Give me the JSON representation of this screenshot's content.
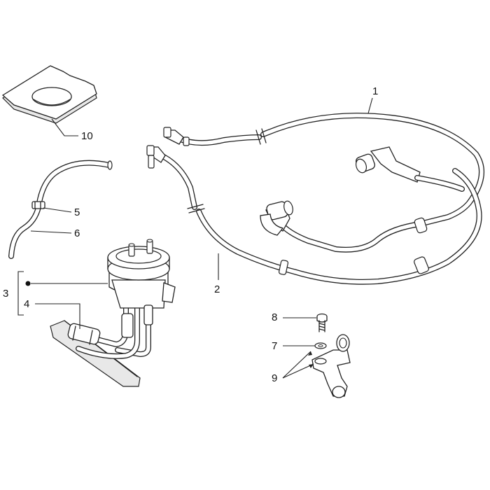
{
  "callouts": {
    "c1": "1",
    "c2": "2",
    "c3": "3",
    "c4": "4",
    "c5": "5",
    "c6": "6",
    "c7": "7",
    "c8": "8",
    "c9": "9",
    "c10": "10"
  },
  "colors": {
    "line": "#222222",
    "background": "#ffffff",
    "shade": "#e8e8e8"
  }
}
